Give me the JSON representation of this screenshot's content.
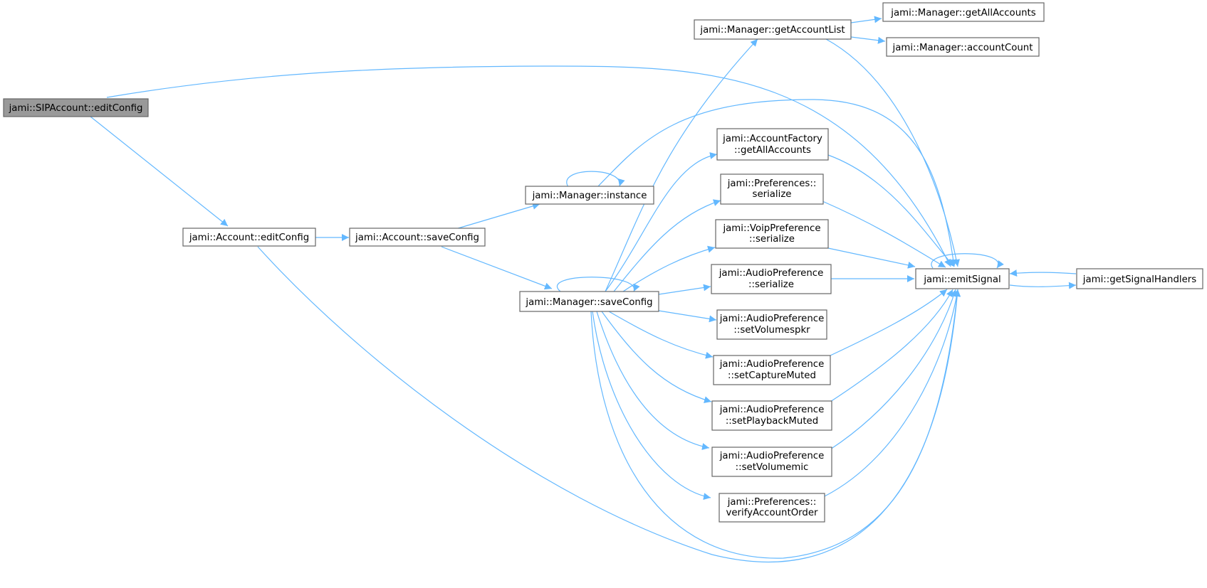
{
  "graph": {
    "colors": {
      "edge": "#63b8ff",
      "node_border": "#666666",
      "root_fill": "#999999",
      "node_fill": "#ffffff"
    },
    "nodes": {
      "sip_edit": {
        "lines": [
          "jami::SIPAccount::editConfig"
        ],
        "root": true
      },
      "acc_edit": {
        "lines": [
          "jami::Account::editConfig"
        ]
      },
      "acc_save": {
        "lines": [
          "jami::Account::saveConfig"
        ]
      },
      "mgr_instance": {
        "lines": [
          "jami::Manager::instance"
        ]
      },
      "mgr_save": {
        "lines": [
          "jami::Manager::saveConfig"
        ]
      },
      "mgr_getlist": {
        "lines": [
          "jami::Manager::getAccountList"
        ]
      },
      "mgr_getall": {
        "lines": [
          "jami::Manager::getAllAccounts"
        ]
      },
      "mgr_count": {
        "lines": [
          "jami::Manager::accountCount"
        ]
      },
      "af_getall": {
        "lines": [
          "jami::AccountFactory",
          "::getAllAccounts"
        ]
      },
      "pref_ser": {
        "lines": [
          "jami::Preferences::",
          "serialize"
        ]
      },
      "voip_ser": {
        "lines": [
          "jami::VoipPreference",
          "::serialize"
        ]
      },
      "audio_ser": {
        "lines": [
          "jami::AudioPreference",
          "::serialize"
        ]
      },
      "audio_spkr": {
        "lines": [
          "jami::AudioPreference",
          "::setVolumespkr"
        ]
      },
      "audio_cap": {
        "lines": [
          "jami::AudioPreference",
          "::setCaptureMuted"
        ]
      },
      "audio_play": {
        "lines": [
          "jami::AudioPreference",
          "::setPlaybackMuted"
        ]
      },
      "audio_mic": {
        "lines": [
          "jami::AudioPreference",
          "::setVolumemic"
        ]
      },
      "pref_verify": {
        "lines": [
          "jami::Preferences::",
          "verifyAccountOrder"
        ]
      },
      "emit": {
        "lines": [
          "jami::emitSignal"
        ]
      },
      "handlers": {
        "lines": [
          "jami::getSignalHandlers"
        ]
      }
    }
  }
}
